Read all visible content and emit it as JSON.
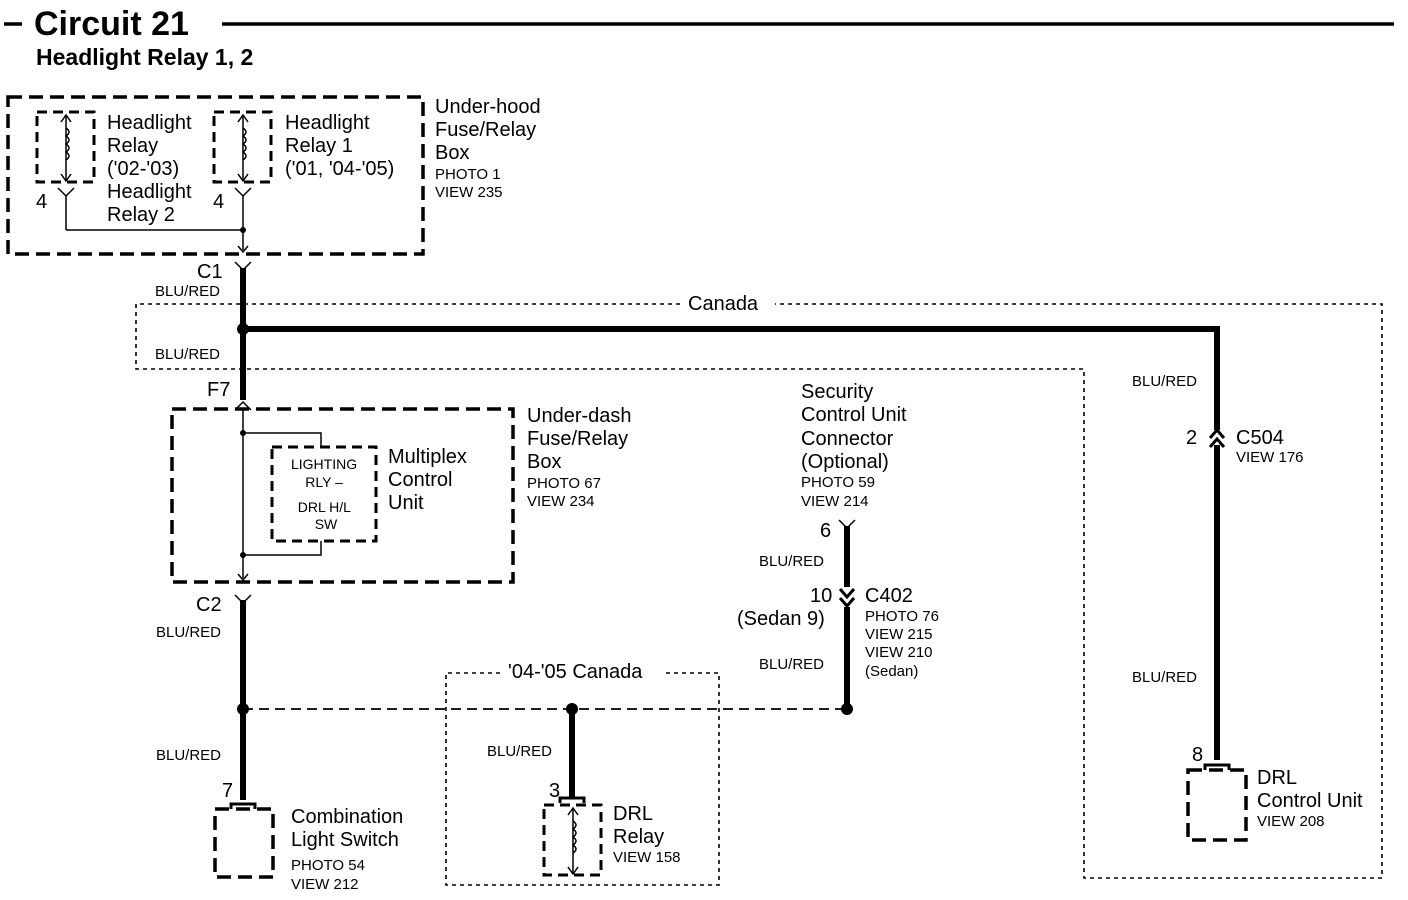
{
  "header": {
    "title": "Circuit 21",
    "subtitle": "Headlight Relay 1, 2"
  },
  "underhood_box": {
    "name_lines": [
      "Under-hood",
      "Fuse/Relay",
      "Box"
    ],
    "photo": "PHOTO 1",
    "view": "VIEW 235",
    "relay2": {
      "lines": [
        "Headlight",
        "Relay",
        "('02-'03)",
        "Headlight",
        "Relay 2"
      ],
      "pin": "4"
    },
    "relay1": {
      "lines": [
        "Headlight",
        "Relay 1",
        "('01, '04-'05)"
      ],
      "pin": "4"
    }
  },
  "connector_c1": "C1",
  "wire_colors": {
    "c1_out": "BLU/RED",
    "canada_trunk": "BLU/RED",
    "c504_upper": "BLU/RED",
    "c504_lower": "BLU/RED",
    "c2_out": "BLU/RED",
    "switch_wire": "BLU/RED",
    "drl_relay_wire": "BLU/RED",
    "security_upper": "BLU/RED",
    "security_lower": "BLU/RED"
  },
  "canada_label": "Canada",
  "underdash_box": {
    "pin": "F7",
    "name_lines": [
      "Under-dash",
      "Fuse/Relay",
      "Box"
    ],
    "photo": "PHOTO 67",
    "view": "VIEW 234",
    "mcu": {
      "name_lines": [
        "Multiplex",
        "Control",
        "Unit"
      ],
      "inner_lines": [
        "LIGHTING",
        "RLY –",
        "DRL H/L",
        "SW"
      ]
    }
  },
  "connector_c2": "C2",
  "security_unit": {
    "name_lines": [
      "Security",
      "Control Unit",
      "Connector",
      "(Optional)"
    ],
    "photo": "PHOTO 59",
    "view": "VIEW 214",
    "pin": "6"
  },
  "c402": {
    "pin": "10",
    "pin_alt": "(Sedan 9)",
    "name": "C402",
    "refs": [
      "PHOTO 76",
      "VIEW 215",
      "VIEW 210",
      "(Sedan)"
    ]
  },
  "c504": {
    "pin": "2",
    "name": "C504",
    "view": "VIEW 176"
  },
  "drl_control_unit": {
    "pin": "8",
    "name_lines": [
      "DRL",
      "Control Unit"
    ],
    "view": "VIEW 208"
  },
  "canada_0405_label": "'04-'05 Canada",
  "combination_switch": {
    "pin": "7",
    "name_lines": [
      "Combination",
      "Light Switch"
    ],
    "photo": "PHOTO 54",
    "view": "VIEW 212"
  },
  "drl_relay": {
    "pin": "3",
    "name_lines": [
      "DRL",
      "Relay"
    ],
    "view": "VIEW 158"
  }
}
